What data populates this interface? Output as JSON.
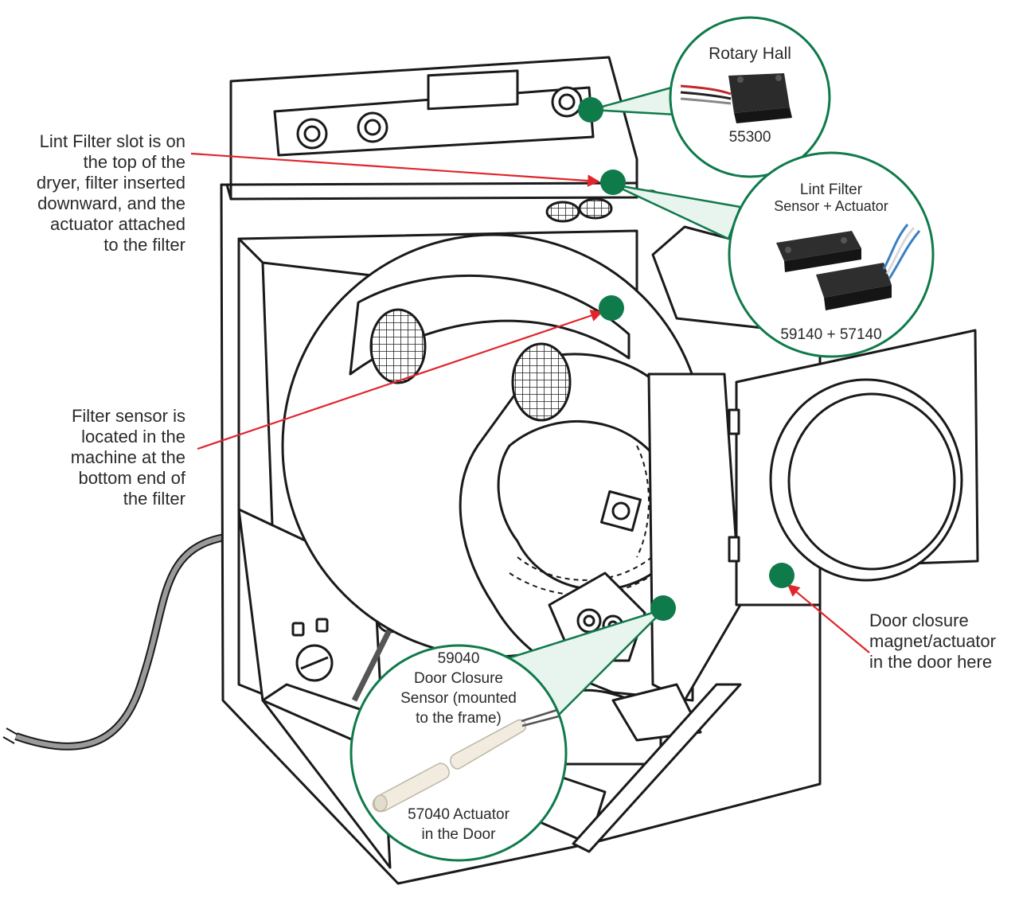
{
  "colors": {
    "accent_green": "#0f7a4a",
    "arrow_red": "#e0252b",
    "outline": "#1a1a1a",
    "text": "#2a2a2a"
  },
  "annotations": {
    "lint_filter_slot": [
      "Lint Filter slot is on",
      "the top of the",
      "dryer, filter inserted",
      "downward, and the",
      "actuator attached",
      "to the filter"
    ],
    "filter_sensor": [
      "Filter sensor is",
      "located in the",
      "machine at the",
      "bottom end of",
      "the filter"
    ],
    "door_closure": [
      "Door closure",
      "magnet/actuator",
      "in the door here"
    ]
  },
  "callouts": {
    "rotary_hall": {
      "title": "Rotary Hall",
      "part": "55300",
      "icon": "rotary-hall-sensor-photo"
    },
    "lint_filter": {
      "title_line1": "Lint Filter",
      "title_line2": "Sensor + Actuator",
      "part": "59140 + 57140",
      "icon": "lint-filter-sensor-photo"
    },
    "door_closure": {
      "lines": [
        "59040",
        "Door Closure",
        "Sensor (mounted",
        "to the frame)"
      ],
      "bottom_lines": [
        "57040 Actuator",
        "in the Door"
      ],
      "icon": "door-closure-sensor-photo"
    }
  }
}
